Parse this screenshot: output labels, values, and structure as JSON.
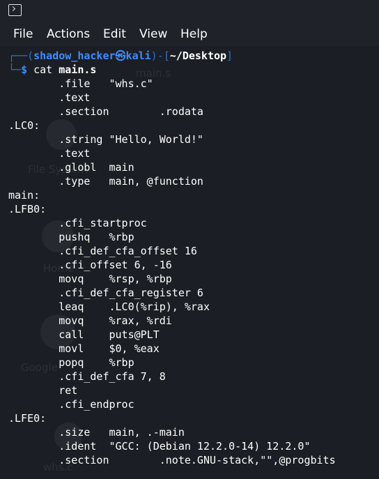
{
  "menu": {
    "file": "File",
    "actions": "Actions",
    "edit": "Edit",
    "view": "View",
    "help": "Help"
  },
  "prompt": {
    "user": "shadow_hacker",
    "at_symbol": "㉿",
    "host": "kali",
    "path": "~/Desktop",
    "dollar": "$",
    "command": "cat",
    "argument": "main.s"
  },
  "output_lines": [
    "        .file   \"whs.c\"",
    "        .text",
    "        .section        .rodata",
    ".LC0:",
    "        .string \"Hello, World!\"",
    "        .text",
    "        .globl  main",
    "        .type   main, @function",
    "main:",
    ".LFB0:",
    "        .cfi_startproc",
    "        pushq   %rbp",
    "        .cfi_def_cfa_offset 16",
    "        .cfi_offset 6, -16",
    "        movq    %rsp, %rbp",
    "        .cfi_def_cfa_register 6",
    "        leaq    .LC0(%rip), %rax",
    "        movq    %rax, %rdi",
    "        call    puts@PLT",
    "        movl    $0, %eax",
    "        popq    %rbp",
    "        .cfi_def_cfa 7, 8",
    "        ret",
    "        .cfi_endproc",
    ".LFE0:",
    "        .size   main, .-main",
    "        .ident  \"GCC: (Debian 12.2.0-14) 12.2.0\"",
    "        .section        .note.GNU-stack,\"\",@progbits"
  ],
  "background_labels": {
    "desktop_file": "main.s",
    "file_system": "File System",
    "home": "Home",
    "google": "Google",
    "whs": "whs.c"
  },
  "colors": {
    "background": "#1b1e24",
    "prompt_accent": "#3f8cff",
    "prompt_corner": "#2f6fd0",
    "text": "#ffffff"
  },
  "icons": {
    "window_icon": "terminal-icon"
  }
}
